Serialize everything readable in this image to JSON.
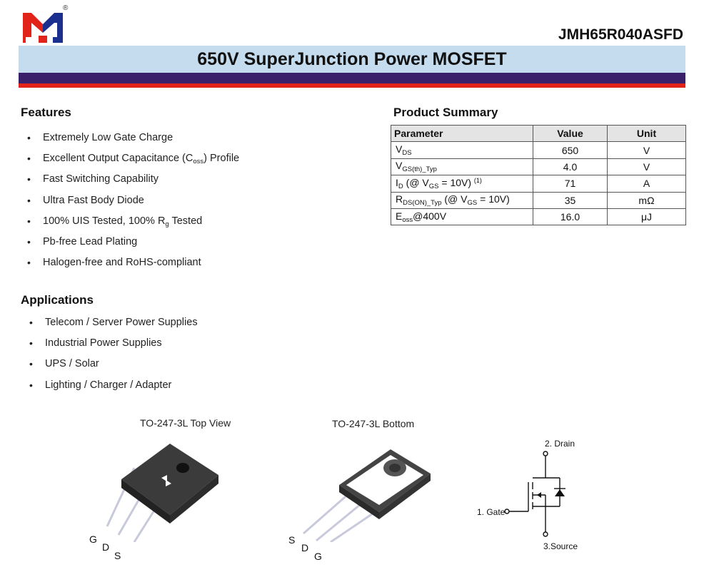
{
  "header": {
    "logo_icon": "jmh-logo",
    "registered_mark": "®",
    "part_number": "JMH65R040ASFD",
    "title": "650V SuperJunction Power MOSFET"
  },
  "features": {
    "heading": "Features",
    "items": [
      "Extremely Low Gate Charge",
      "Excellent Output Capacitance (C<sub>oss</sub>) Profile",
      "Fast Switching Capability",
      "Ultra Fast Body Diode",
      "100% UIS Tested, 100% R<sub>g</sub> Tested",
      "Pb-free Lead Plating",
      "Halogen-free and RoHS-compliant"
    ]
  },
  "applications": {
    "heading": "Applications",
    "items": [
      "Telecom / Server Power Supplies",
      "Industrial Power Supplies",
      "UPS / Solar",
      "Lighting / Charger / Adapter"
    ]
  },
  "summary": {
    "heading": "Product Summary",
    "columns": [
      "Parameter",
      "Value",
      "Unit"
    ],
    "rows": [
      {
        "param": "V<sub>DS</sub>",
        "value": "650",
        "unit": "V"
      },
      {
        "param": "V<sub>GS(th)_Typ</sub>",
        "value": "4.0",
        "unit": "V"
      },
      {
        "param": "I<sub>D</sub> (@ V<sub>GS</sub> = 10V) <sup>(1)</sup>",
        "value": "71",
        "unit": "A"
      },
      {
        "param": "R<sub>DS(ON)_Typ</sub> (@ V<sub>GS</sub> = 10V)",
        "value": "35",
        "unit": "mΩ"
      },
      {
        "param": "E<sub>oss</sub>@400V",
        "value": "16.0",
        "unit": "μJ"
      }
    ]
  },
  "packages": {
    "top_caption": "TO-247-3L Top View",
    "bottom_caption": "TO-247-3L Bottom",
    "top_pins": [
      "G",
      "D",
      "S"
    ],
    "bottom_pins": [
      "S",
      "D",
      "G"
    ]
  },
  "schematic": {
    "drain": "2. Drain",
    "gate": "1. Gate",
    "source": "3.Source"
  },
  "colors": {
    "title_band": "#c5dcef",
    "purple_band": "#3a1f6b",
    "red_band": "#e2231a",
    "logo_red": "#e2231a",
    "logo_blue": "#1b2f8f"
  }
}
